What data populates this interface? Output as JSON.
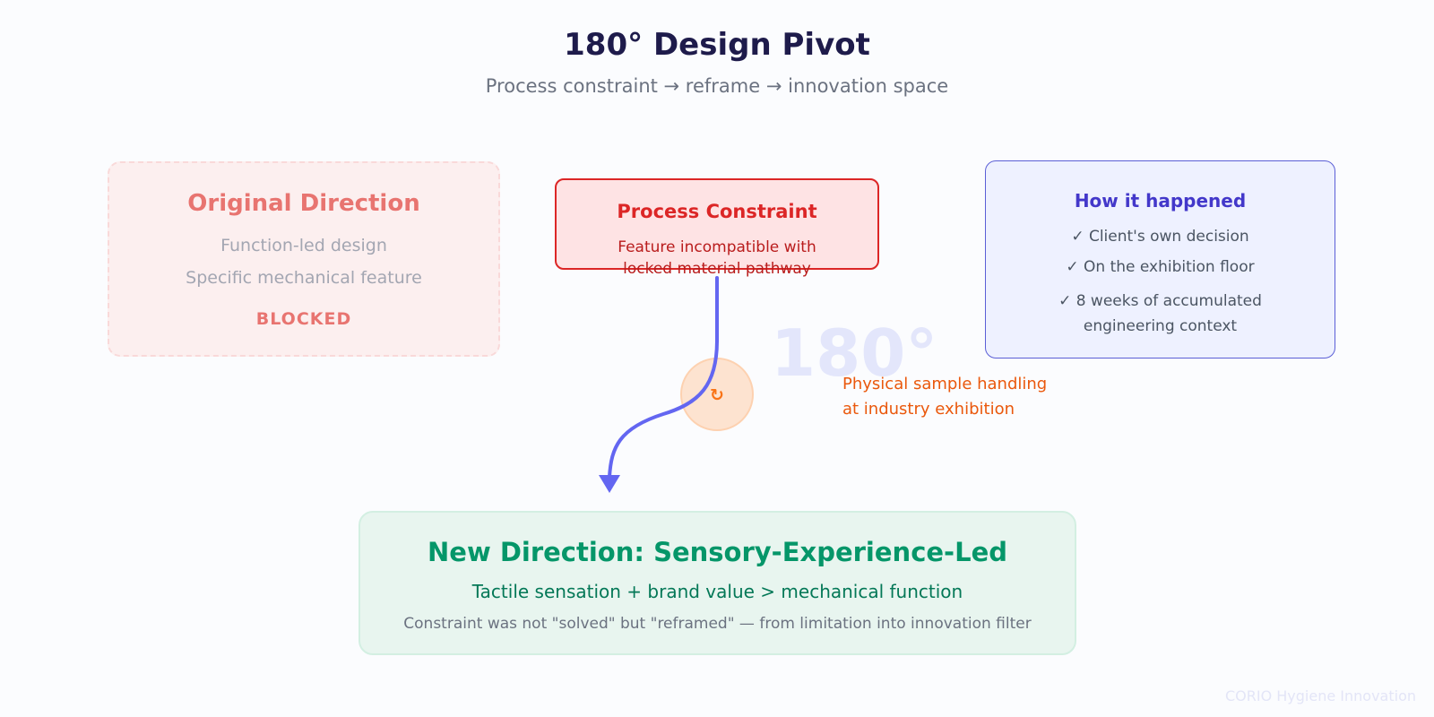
{
  "header": {
    "title": "180° Design Pivot",
    "subtitle": "Process constraint → reframe → innovation space"
  },
  "original_direction": {
    "title": "Original Direction",
    "lines": [
      "Function-led design",
      "Specific mechanical feature"
    ],
    "status": "BLOCKED"
  },
  "constraint": {
    "title": "Process Constraint",
    "description_line1": "Feature incompatible with",
    "description_line2": "locked material pathway"
  },
  "how_it_happened": {
    "title": "How it happened",
    "items": [
      "✓ Client's own decision",
      "✓ On the exhibition floor",
      "✓ 8 weeks of accumulated",
      "engineering context"
    ]
  },
  "pivot": {
    "degrees_label": "180°",
    "pivot_icon": "rotate-icon",
    "glyph": "↻",
    "event_line1": "Physical sample handling",
    "event_line2": "at industry exhibition"
  },
  "new_direction": {
    "title": "New Direction: Sensory-Experience-Led",
    "subtitle": "Tactile sensation + brand value > mechanical function",
    "note": "Constraint was not \"solved\" but \"reframed\" — from limitation into innovation filter"
  },
  "footer": {
    "credit": "CORIO Hygiene Innovation"
  },
  "colors": {
    "arrow": "#6366f1",
    "blocked": "#e87470",
    "constraint": "#dc2626",
    "pivot_point": "#f97316",
    "new_direction": "#059669"
  }
}
